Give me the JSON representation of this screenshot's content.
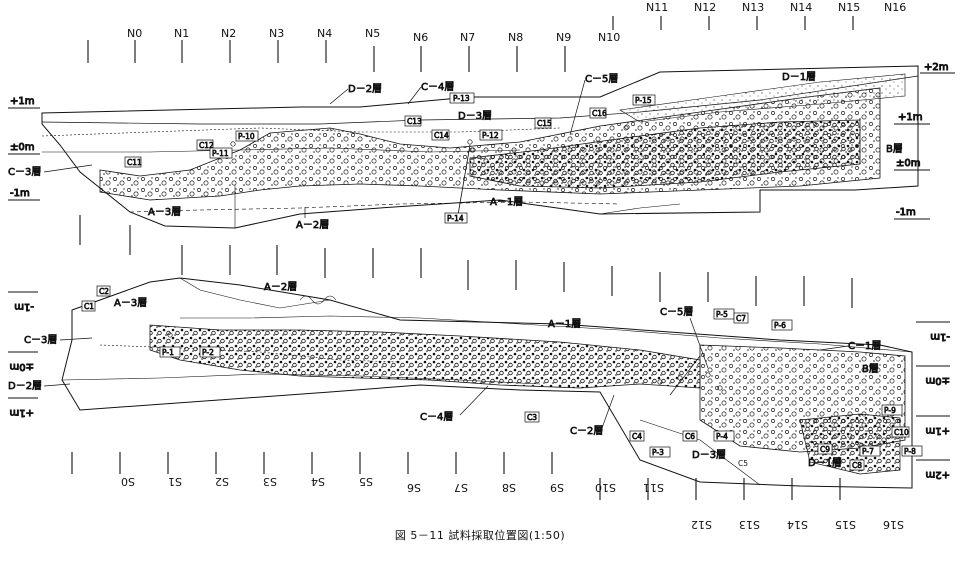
{
  "figure": {
    "caption": "図 5－11 試料採取位置図(1:50)"
  },
  "north_section": {
    "stations": [
      "N0",
      "N1",
      "N2",
      "N3",
      "N4",
      "N5",
      "N6",
      "N7",
      "N8",
      "N9",
      "N10",
      "N11",
      "N12",
      "N13",
      "N14",
      "N15",
      "N16"
    ],
    "elevations_left": [
      "+1m",
      "±0m",
      "-1m"
    ],
    "elevations_right": [
      "+2m",
      "+1m",
      "±0m",
      "-1m"
    ],
    "layers": [
      "D－2層",
      "C－4層",
      "C－5層",
      "D－1層",
      "D－3層",
      "C－3層",
      "B層",
      "A－3層",
      "A－2層",
      "A－1層"
    ],
    "samples_boxed": [
      "P-13",
      "C13",
      "C14",
      "P-12",
      "C15",
      "C16",
      "P-15",
      "C12",
      "P-10",
      "P-11",
      "C11",
      "P-14"
    ]
  },
  "south_section": {
    "stations": [
      "S0",
      "S1",
      "S2",
      "S3",
      "S4",
      "S5",
      "S6",
      "S7",
      "S8",
      "S9",
      "S10",
      "S11",
      "S12",
      "S13",
      "S14",
      "S15",
      "S16"
    ],
    "elevations_left": [
      "-1m",
      "±0m",
      "+1m"
    ],
    "elevations_right": [
      "-1m",
      "±0m",
      "+1m",
      "+2m"
    ],
    "layers": [
      "A－2層",
      "A－3層",
      "A－1層",
      "C－5層",
      "C－1層",
      "C－3層",
      "D－2層",
      "B層",
      "C－4層",
      "C－2層",
      "D－3層",
      "D－1層"
    ],
    "samples_boxed": [
      "C2",
      "C1",
      "P-1",
      "P-2",
      "P-5",
      "C7",
      "P-6",
      "C3",
      "C4",
      "P-3",
      "C6",
      "P-4",
      "P-9",
      "C10",
      "P-7",
      "C8",
      "P-8",
      "C9"
    ],
    "samples_plain": [
      "C5"
    ]
  }
}
